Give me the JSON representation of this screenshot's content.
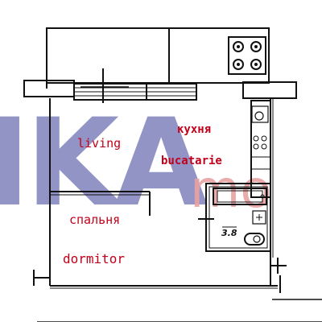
{
  "watermark": {
    "left_text": "IKA",
    "right_text": "mo",
    "left_color": "#8d8fc4",
    "right_color": "#e8a3a3"
  },
  "rooms": {
    "living": "living",
    "kitchen_ru": "кухня",
    "kitchen_ro": "bucatarie",
    "bedroom_ru": "спальня",
    "bedroom_ro": "dormitor"
  },
  "fixtures": {
    "area_label": "3.8"
  },
  "colors": {
    "label": "#c2001a",
    "wall": "#111111"
  }
}
